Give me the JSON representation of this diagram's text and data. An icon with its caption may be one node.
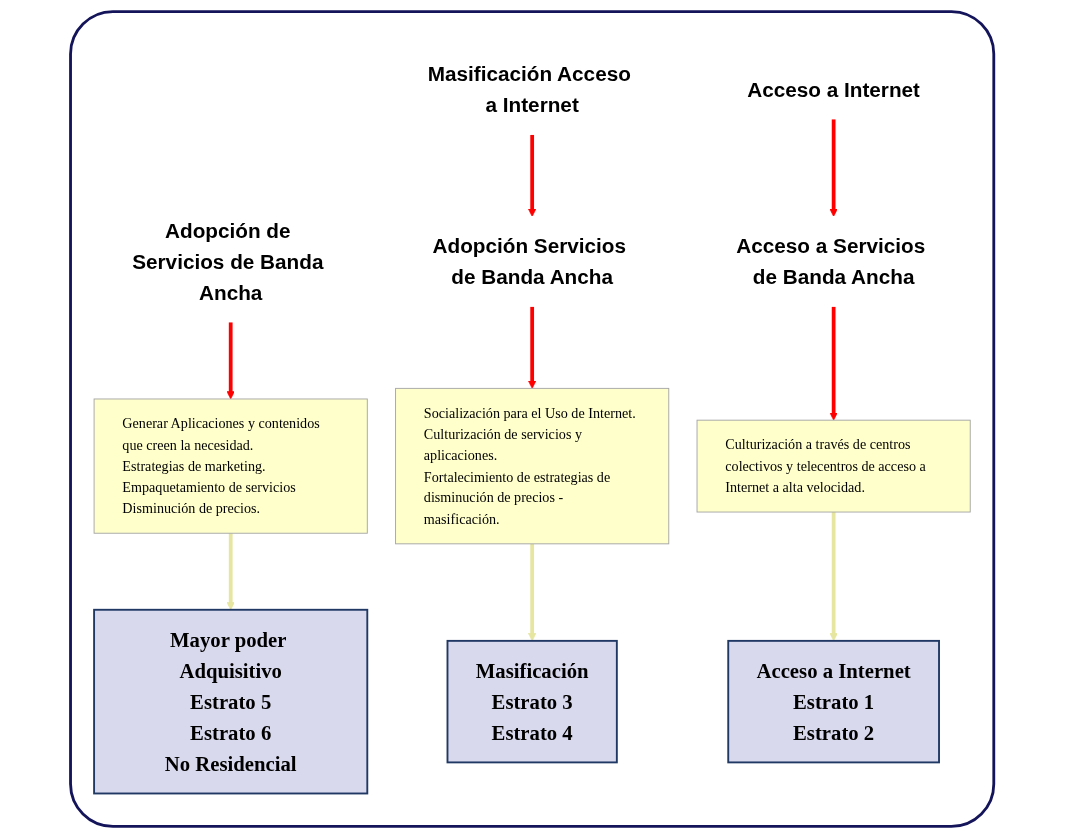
{
  "diagram": {
    "nodes": [
      {
        "text": [],
        "shape": "box"
      },
      {
        "text": [
          "Masificación Acceso a Internet"
        ],
        "in": 0
      },
      {
        "text": [
          "Acceso a Internet"
        ],
        "in": 0
      },
      {
        "text": [
          "Adopción de Servicios de Banda Ancha"
        ],
        "in": 0
      },
      {
        "text": [
          "Adopción Servicios de Banda Ancha"
        ],
        "in": 0
      },
      {
        "text": [
          "Acceso a Servicios de Banda Ancha"
        ],
        "in": 0
      },
      {
        "text": [
          "Generar Aplicaciones y contenidos que creen la necesidad.",
          "Estrategias de marketing.",
          "Empaquetamiento de servicios",
          "Disminución de precios."
        ],
        "in": 0
      },
      {
        "text": [
          "Socialización para el Uso de Internet.",
          "Culturización de servicios y aplicaciones.",
          "Fortalecimiento de estrategias de disminución de precios - masificación."
        ],
        "in": 0
      },
      {
        "text": [
          "Culturización a través de centros colectivos y telecentros de acceso a Internet a alta velocidad."
        ],
        "in": 0
      },
      {
        "text": [
          "Mayor poder Adquisitivo",
          "Estrato 5",
          "Estrato 6",
          "No Residencial"
        ],
        "in": 0
      },
      {
        "text": [
          "Masificación",
          "Estrato 3",
          "Estrato 4"
        ],
        "in": 0
      },
      {
        "text": [
          "Acceso a Internet",
          "Estrato 1",
          "Estrato 2"
        ],
        "in": 0
      }
    ],
    "edges": [
      {
        "from": 1,
        "to": 4,
        "arrow": "to",
        "color": "#ff0000"
      },
      {
        "from": 2,
        "to": 5,
        "arrow": "to",
        "color": "#ff0000"
      },
      {
        "from": 3,
        "to": 6,
        "arrow": "to",
        "color": "#ff0000"
      },
      {
        "from": 4,
        "to": 7,
        "arrow": "to",
        "color": "#ff0000"
      },
      {
        "from": 5,
        "to": 8,
        "arrow": "to",
        "color": "#ff0000"
      },
      {
        "from": 6,
        "to": 9,
        "arrow": "to",
        "color": "#e6e6a0"
      },
      {
        "from": 7,
        "to": 10,
        "arrow": "to",
        "color": "#e6e6a0"
      },
      {
        "from": 8,
        "to": 11,
        "arrow": "to",
        "color": "#e6e6a0"
      }
    ]
  }
}
